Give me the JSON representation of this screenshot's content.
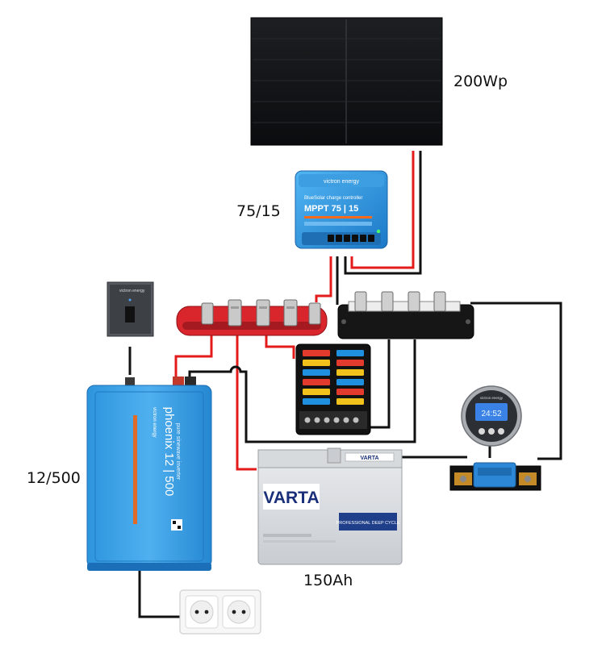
{
  "labels": {
    "solar_panel": "200Wp",
    "charge_controller": "75/15",
    "inverter": "12/500",
    "battery": "150Ah"
  },
  "devices": {
    "mppt": {
      "header": "BlueSolar charge controller",
      "model": "MPPT 75 | 15"
    },
    "inverter": {
      "model": "phoenix 12 | 500",
      "subtitle": "pure sinewave inverter",
      "brand": "victron energy"
    },
    "battery": {
      "brand": "VARTA",
      "top_brand": "VARTA",
      "line": "PROFESSIONAL DEEP CYCLE"
    },
    "battery_monitor": {
      "brand": "victron energy",
      "readout": "24:52"
    },
    "remote_switch": {
      "brand": "victron energy"
    }
  },
  "colors": {
    "wire_positive": "#e41b1b",
    "wire_negative": "#111111",
    "victron_blue": "#2a8fd8",
    "busbar_red": "#d9252c"
  }
}
